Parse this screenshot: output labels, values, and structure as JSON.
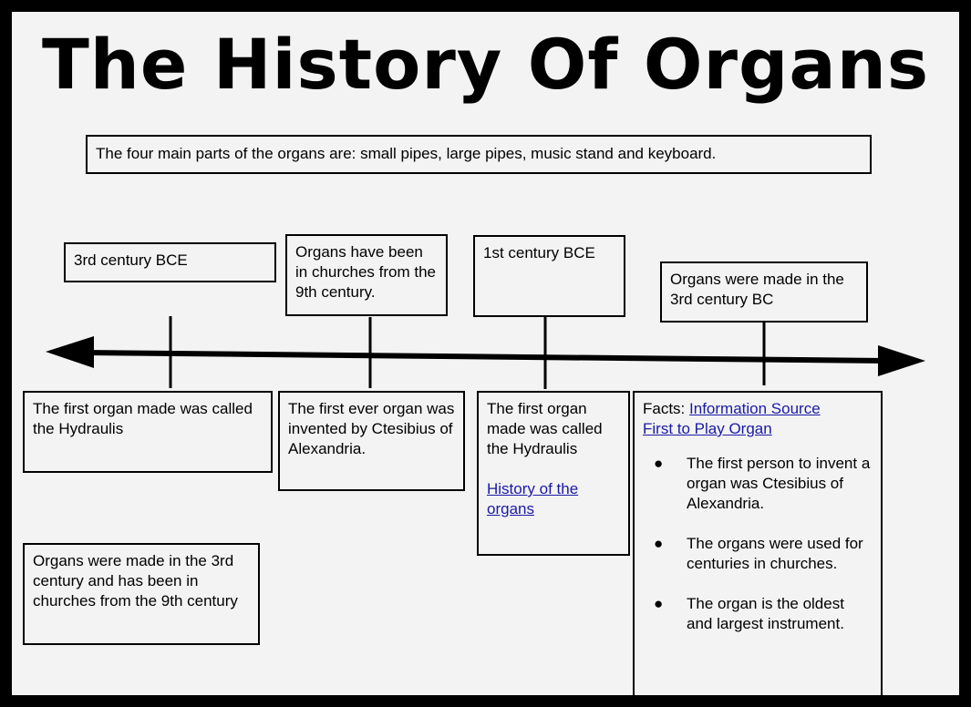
{
  "title": "The History Of Organs",
  "intro": "The four main parts of the organs are: small pipes, large pipes, music stand and keyboard.",
  "top_boxes": {
    "box1": "3rd century BCE",
    "box2": "Organs have been in churches from the 9th century.",
    "box3": "1st century BCE",
    "box4": "Organs were made in the 3rd century BC"
  },
  "bottom_boxes": {
    "box1": "The first organ made was called the Hydraulis",
    "box2": "The first ever organ was invented by Ctesibius of Alexandria.",
    "box3_text": "The first organ made was called the Hydraulis",
    "box3_link": "History of the organs",
    "box5": "Organs were made in the 3rd century and has been in churches from the 9th century"
  },
  "facts": {
    "label": "Facts: ",
    "link1": "Information Source",
    "link2": "First to Play Organ",
    "bullet": "●",
    "items": [
      "The first person to invent a organ was Ctesibius of Alexandria.",
      "The organs were used for centuries in churches.",
      "The organ is the oldest and largest instrument."
    ]
  },
  "colors": {
    "background": "#f3f3f3",
    "frame": "#000000",
    "link": "#1a1aa6"
  }
}
